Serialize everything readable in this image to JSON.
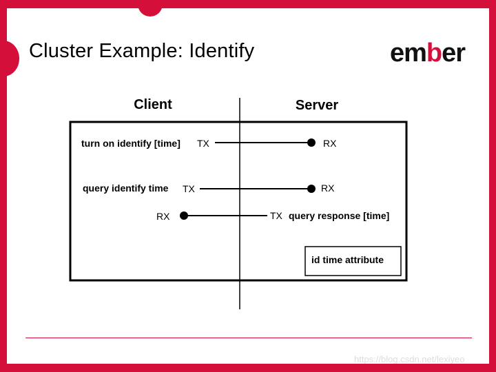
{
  "slide": {
    "title": "Cluster Example: Identify",
    "logo": {
      "pre": "em",
      "accent": "b",
      "post": "er"
    },
    "watermark": "https://blog.csdn.net/lexiyeo"
  },
  "diagram": {
    "client_label": "Client",
    "server_label": "Server",
    "rows": [
      {
        "label": "turn on identify [time]",
        "left_tag": "TX",
        "right_tag": "RX"
      },
      {
        "label": "query identify time",
        "left_tag": "TX",
        "right_tag": "RX"
      },
      {
        "label": "query response [time]",
        "left_tag": "RX",
        "right_tag": "TX"
      }
    ],
    "attribute_box": "id time attribute"
  },
  "colors": {
    "brand_red": "#d40f3a",
    "ink": "#000000"
  }
}
